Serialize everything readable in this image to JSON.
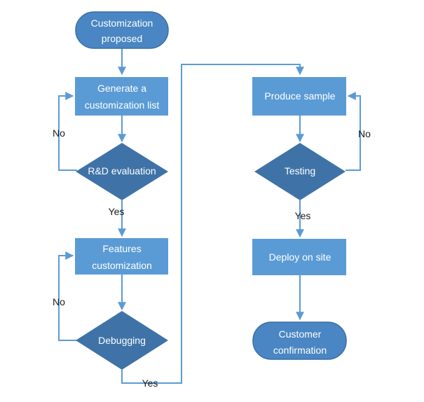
{
  "colors": {
    "shape_fill": "#5b9bd5",
    "terminal_fill": "#4a86c3",
    "decision_fill": "#3f73a8",
    "outline": "#3b6fa5",
    "connector": "#5b9bd5",
    "node_text": "#ffffff",
    "edge_text": "#1a1a1a"
  },
  "nodes": {
    "start": {
      "type": "terminal",
      "lines": [
        "Customization",
        "proposed"
      ]
    },
    "generate_list": {
      "type": "process",
      "lines": [
        "Generate a",
        "customization list"
      ]
    },
    "rd_evaluation": {
      "type": "decision",
      "lines": [
        "R&D evaluation"
      ]
    },
    "features_customization": {
      "type": "process",
      "lines": [
        "Features",
        "customization"
      ]
    },
    "debugging": {
      "type": "decision",
      "lines": [
        "Debugging"
      ]
    },
    "produce_sample": {
      "type": "process",
      "lines": [
        "Produce sample"
      ]
    },
    "testing": {
      "type": "decision",
      "lines": [
        "Testing"
      ]
    },
    "deploy_on_site": {
      "type": "process",
      "lines": [
        "Deploy on site"
      ]
    },
    "customer_confirmation": {
      "type": "terminal",
      "lines": [
        "Customer",
        "confirmation"
      ]
    }
  },
  "edges": {
    "rd_no": "No",
    "rd_yes": "Yes",
    "debug_no": "No",
    "debug_yes": "Yes",
    "testing_no": "No",
    "testing_yes": "Yes"
  }
}
